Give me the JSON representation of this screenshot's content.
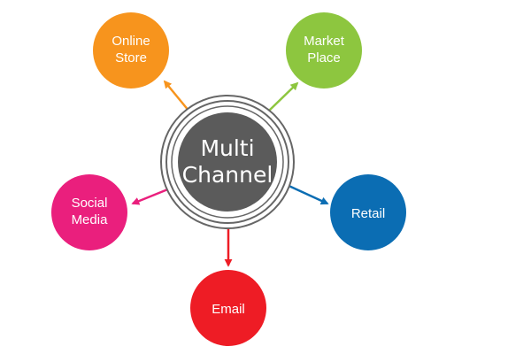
{
  "center": {
    "line1": "Multi",
    "line2": "Channel",
    "fill": "#5b5b5b",
    "ring": "#666666"
  },
  "channels": [
    {
      "id": "online-store",
      "line1": "Online",
      "line2": "Store",
      "color": "#f7941d"
    },
    {
      "id": "market-place",
      "line1": "Market",
      "line2": "Place",
      "color": "#8dc63f"
    },
    {
      "id": "retail",
      "line1": "Retail",
      "line2": "",
      "color": "#0b6db3"
    },
    {
      "id": "email",
      "line1": "Email",
      "line2": "",
      "color": "#ee1c25"
    },
    {
      "id": "social-media",
      "line1": "Social",
      "line2": "Media",
      "color": "#ea1f7d"
    }
  ]
}
